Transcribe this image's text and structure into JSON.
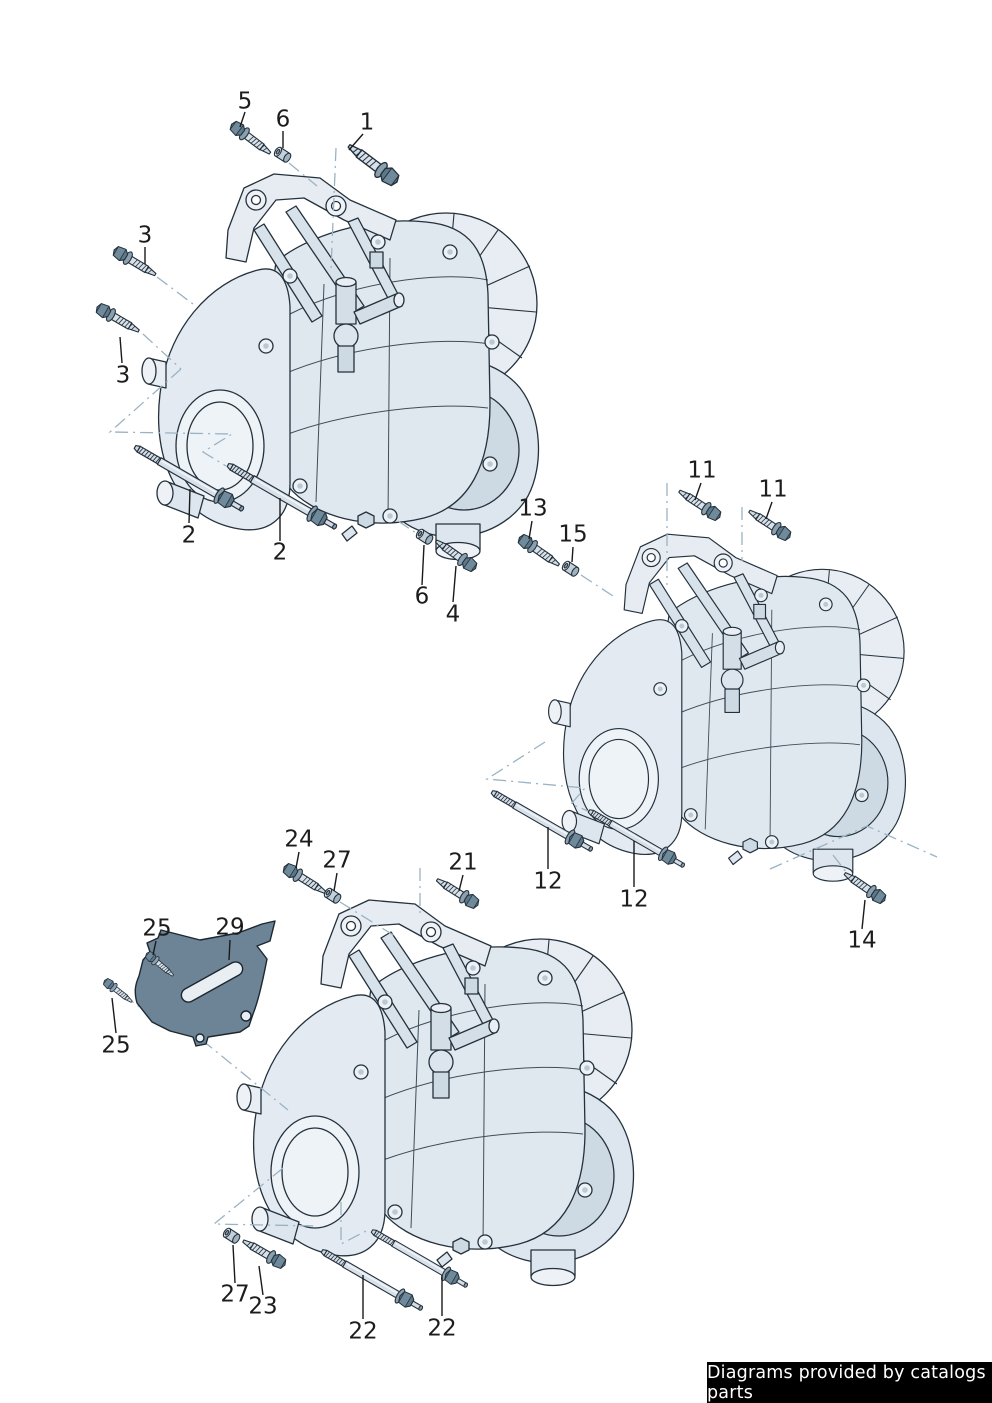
{
  "footer": {
    "text": "Diagrams provided by catalogs parts"
  },
  "callouts": {
    "c1": {
      "text": "1"
    },
    "c2a": {
      "text": "2"
    },
    "c2b": {
      "text": "2"
    },
    "c3a": {
      "text": "3"
    },
    "c3b": {
      "text": "3"
    },
    "c4": {
      "text": "4"
    },
    "c5": {
      "text": "5"
    },
    "c6a": {
      "text": "6"
    },
    "c6b": {
      "text": "6"
    },
    "c11a": {
      "text": "11"
    },
    "c11b": {
      "text": "11"
    },
    "c12a": {
      "text": "12"
    },
    "c12b": {
      "text": "12"
    },
    "c13": {
      "text": "13"
    },
    "c14": {
      "text": "14"
    },
    "c15": {
      "text": "15"
    },
    "c21": {
      "text": "21"
    },
    "c22a": {
      "text": "22"
    },
    "c22b": {
      "text": "22"
    },
    "c23": {
      "text": "23"
    },
    "c24": {
      "text": "24"
    },
    "c25a": {
      "text": "25"
    },
    "c25b": {
      "text": "25"
    },
    "c27a": {
      "text": "27"
    },
    "c27b": {
      "text": "27"
    },
    "c29": {
      "text": "29"
    }
  },
  "colors": {
    "label": "#1c1c1c",
    "line": "#24313c",
    "fill-light": "#e3eaf1",
    "fill-mid": "#dde6ee",
    "fill-shade": "#cdd9e3",
    "fastener-dark": "#5d7889",
    "plate": "#6c8496",
    "dash": "#9ab3c4",
    "footer-bg": "#000000",
    "footer-fg": "#ffffff",
    "canvas": "#ffffff"
  }
}
